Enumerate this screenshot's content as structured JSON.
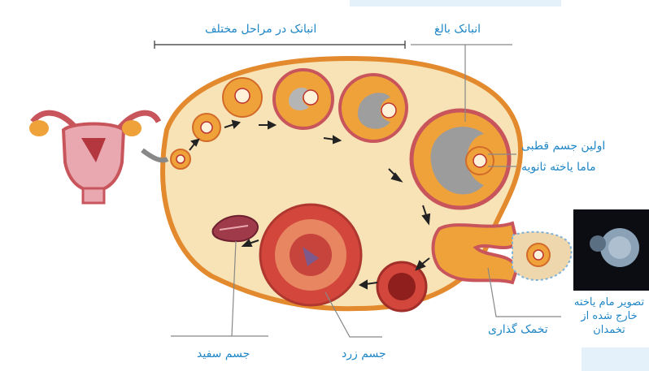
{
  "labels": {
    "follicles_stages": "انبانک در مراحل مختلف",
    "mature_follicle": "انبانک بالغ",
    "first_polar_body": "اولین جسم قطبی",
    "secondary_oocyte": "ماما یاخته ثانویه",
    "ovulation": "تخمک گذاری",
    "corpus_luteum": "جسم زرد",
    "corpus_albicans": "جسم سفید",
    "photo_caption_line1": "تصویر مام یاخته",
    "photo_caption_line2": "خارج شده از",
    "photo_caption_line3": "تخمدان"
  },
  "colors": {
    "label": "#1f86c6",
    "ovary_fill": "#f7e3b5",
    "ovary_stroke": "#e38a2e",
    "follicle": "#f0a23a",
    "corpus_luteum": "#d2463c",
    "arrow": "#222222"
  }
}
